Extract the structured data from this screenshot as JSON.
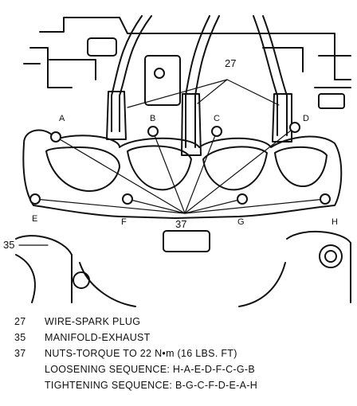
{
  "diagram": {
    "callouts": {
      "wire_spark_plug": "27",
      "manifold_exhaust": "35",
      "nuts": "37"
    },
    "nut_labels": [
      "A",
      "B",
      "C",
      "D",
      "E",
      "F",
      "G",
      "H"
    ]
  },
  "legend": {
    "items": [
      {
        "number": "27",
        "text": "WIRE-SPARK PLUG"
      },
      {
        "number": "35",
        "text": "MANIFOLD-EXHAUST"
      },
      {
        "number": "37",
        "text": "NUTS-TORQUE TO 22 N•m (16 LBS. FT)"
      }
    ],
    "loosening": "LOOSENING SEQUENCE:  H-A-E-D-F-C-G-B",
    "tightening": "TIGHTENING SEQUENCE:  B-G-C-F-D-E-A-H"
  }
}
